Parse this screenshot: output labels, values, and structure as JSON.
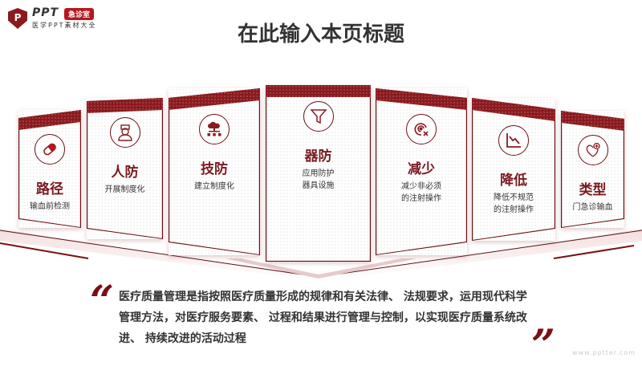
{
  "logo": {
    "mark": "P",
    "brand": "PPT",
    "badge": "急诊室",
    "subtitle": "医学PPT素材大全"
  },
  "title": "在此输入本页标题",
  "cards": [
    {
      "title": "路径",
      "desc": [
        "输血前检测"
      ],
      "icon": "pill-icon"
    },
    {
      "title": "人防",
      "desc": [
        "开展制度化"
      ],
      "icon": "doctor-icon"
    },
    {
      "title": "技防",
      "desc": [
        "建立制度化"
      ],
      "icon": "cloud-network-icon"
    },
    {
      "title": "器防",
      "desc": [
        "应用防护",
        "器具设施"
      ],
      "icon": "funnel-icon"
    },
    {
      "title": "减少",
      "desc": [
        "减少非必须",
        "的注射操作"
      ],
      "icon": "target-icon"
    },
    {
      "title": "降低",
      "desc": [
        "降低不规范",
        "的注射操作"
      ],
      "icon": "declining-chart-icon"
    },
    {
      "title": "类型",
      "desc": [
        "门急诊输血"
      ],
      "icon": "heart-plus-icon"
    }
  ],
  "quote": {
    "open": "“",
    "close": "”",
    "text": "医疗质量管理是指按照医疗质量形成的规律和有关法律、 法规要求，运用现代科学管理方法，对医疗服务要素、 过程和结果进行管理与控制，以实现医疗质量系统改进、 持续改进的活动过程"
  },
  "watermark": "www.pptter.com",
  "colors": {
    "accent": "#8b1a1f",
    "text": "#333333"
  }
}
